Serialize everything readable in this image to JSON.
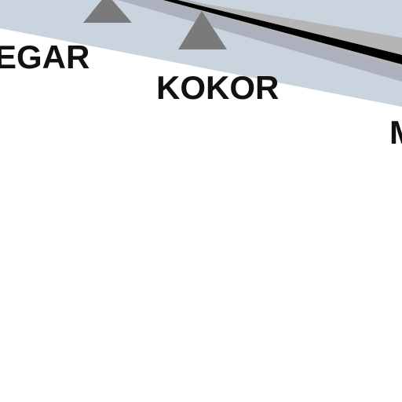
{
  "map": {
    "places": [
      {
        "label": "EGAR"
      },
      {
        "label": "KOKOR"
      },
      {
        "label": "M"
      }
    ],
    "colors": {
      "background": "#ffffff",
      "band": "#c9d4df",
      "band_shadow": "#a8aab8",
      "road": "#000000",
      "road_edge": "#b5b5b5",
      "marker": "#7a7a7a",
      "label": "#111111"
    },
    "marker_shape": "triangle"
  }
}
